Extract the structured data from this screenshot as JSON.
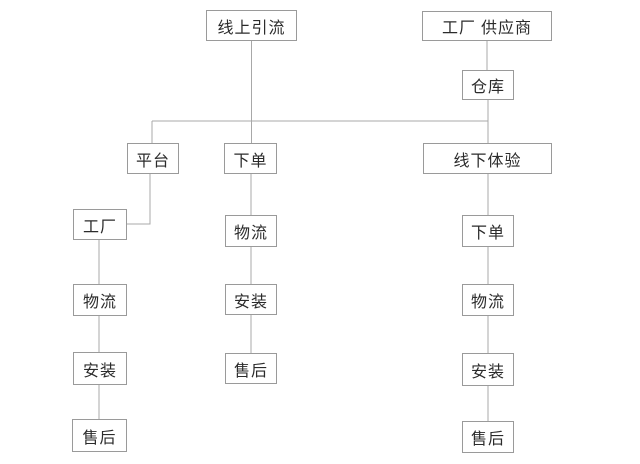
{
  "diagram": {
    "type": "flowchart",
    "nodes": {
      "online_traffic": {
        "label": "线上引流"
      },
      "factory_supplier": {
        "label": "工厂 供应商"
      },
      "warehouse": {
        "label": "仓库"
      },
      "platform": {
        "label": "平台"
      },
      "order_mid": {
        "label": "下单"
      },
      "offline_experience": {
        "label": "线下体验"
      },
      "factory": {
        "label": "工厂"
      },
      "logistics_left": {
        "label": "物流"
      },
      "install_left": {
        "label": "安装"
      },
      "aftersale_left": {
        "label": "售后"
      },
      "logistics_mid": {
        "label": "物流"
      },
      "install_mid": {
        "label": "安装"
      },
      "aftersale_mid": {
        "label": "售后"
      },
      "order_right": {
        "label": "下单"
      },
      "logistics_right": {
        "label": "物流"
      },
      "install_right": {
        "label": "安装"
      },
      "aftersale_right": {
        "label": "售后"
      }
    },
    "edges": [
      {
        "from": "online_traffic",
        "to": "platform"
      },
      {
        "from": "online_traffic",
        "to": "order_mid"
      },
      {
        "from": "online_traffic",
        "to": "offline_experience"
      },
      {
        "from": "factory_supplier",
        "to": "warehouse"
      },
      {
        "from": "warehouse",
        "to": "offline_experience"
      },
      {
        "from": "platform",
        "to": "factory"
      },
      {
        "from": "factory",
        "to": "logistics_left"
      },
      {
        "from": "logistics_left",
        "to": "install_left"
      },
      {
        "from": "install_left",
        "to": "aftersale_left"
      },
      {
        "from": "order_mid",
        "to": "logistics_mid"
      },
      {
        "from": "logistics_mid",
        "to": "install_mid"
      },
      {
        "from": "install_mid",
        "to": "aftersale_mid"
      },
      {
        "from": "offline_experience",
        "to": "order_right"
      },
      {
        "from": "order_right",
        "to": "logistics_right"
      },
      {
        "from": "logistics_right",
        "to": "install_right"
      },
      {
        "from": "install_right",
        "to": "aftersale_right"
      }
    ],
    "colors": {
      "background": "#ffffff",
      "box_border": "#9a9a9a",
      "line_color": "#a8a8a8",
      "text_color": "#2b2b2b"
    }
  }
}
